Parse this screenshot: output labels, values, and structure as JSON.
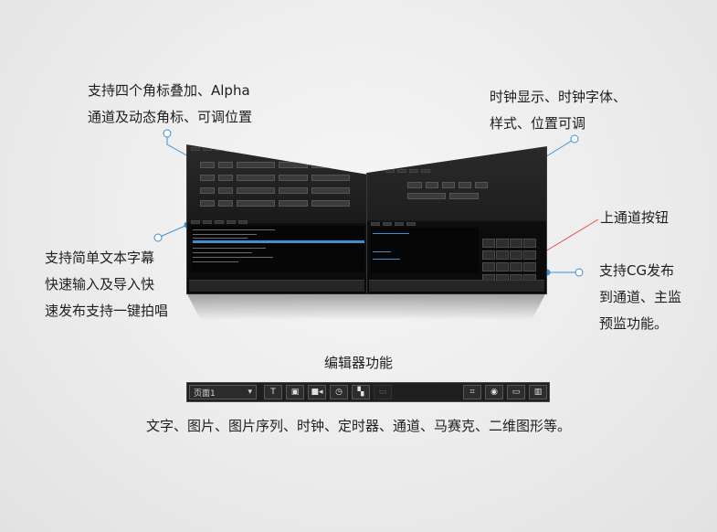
{
  "callouts": {
    "top_left": [
      "支持四个角标叠加、Alpha",
      "通道及动态角标、可调位置"
    ],
    "top_right": [
      "时钟显示、时钟字体、",
      "样式、位置可调"
    ],
    "left": [
      "支持简单文本字幕",
      "快速输入及导入快",
      "速发布支持一键拍唱"
    ],
    "right_button": "上通道按钮",
    "right": [
      "支持CG发布",
      "到通道、主监",
      "预监功能。"
    ]
  },
  "colors": {
    "accent": "#3d8fd2",
    "leader_red": "#e05050"
  },
  "editor": {
    "title": "编辑器功能",
    "page_select": "页面1",
    "caption": "文字、图片、图片序列、时钟、定时器、通道、马赛克、二维图形等。",
    "buttons": [
      {
        "name": "text-tool-icon",
        "glyph": "T"
      },
      {
        "name": "image-tool-icon",
        "glyph": "▣"
      },
      {
        "name": "camera-tool-icon",
        "glyph": "■◂"
      },
      {
        "name": "clock-tool-icon",
        "glyph": "◷"
      },
      {
        "name": "mosaic-tool-icon",
        "glyph": "▚"
      },
      {
        "name": "disabled-tool-icon",
        "glyph": "▭"
      }
    ],
    "right_buttons": [
      {
        "name": "fit-view-icon",
        "glyph": "⌗"
      },
      {
        "name": "preview-eye-icon",
        "glyph": "◉"
      },
      {
        "name": "frame-icon",
        "glyph": "▭"
      },
      {
        "name": "split-view-icon",
        "glyph": "▥"
      }
    ]
  }
}
